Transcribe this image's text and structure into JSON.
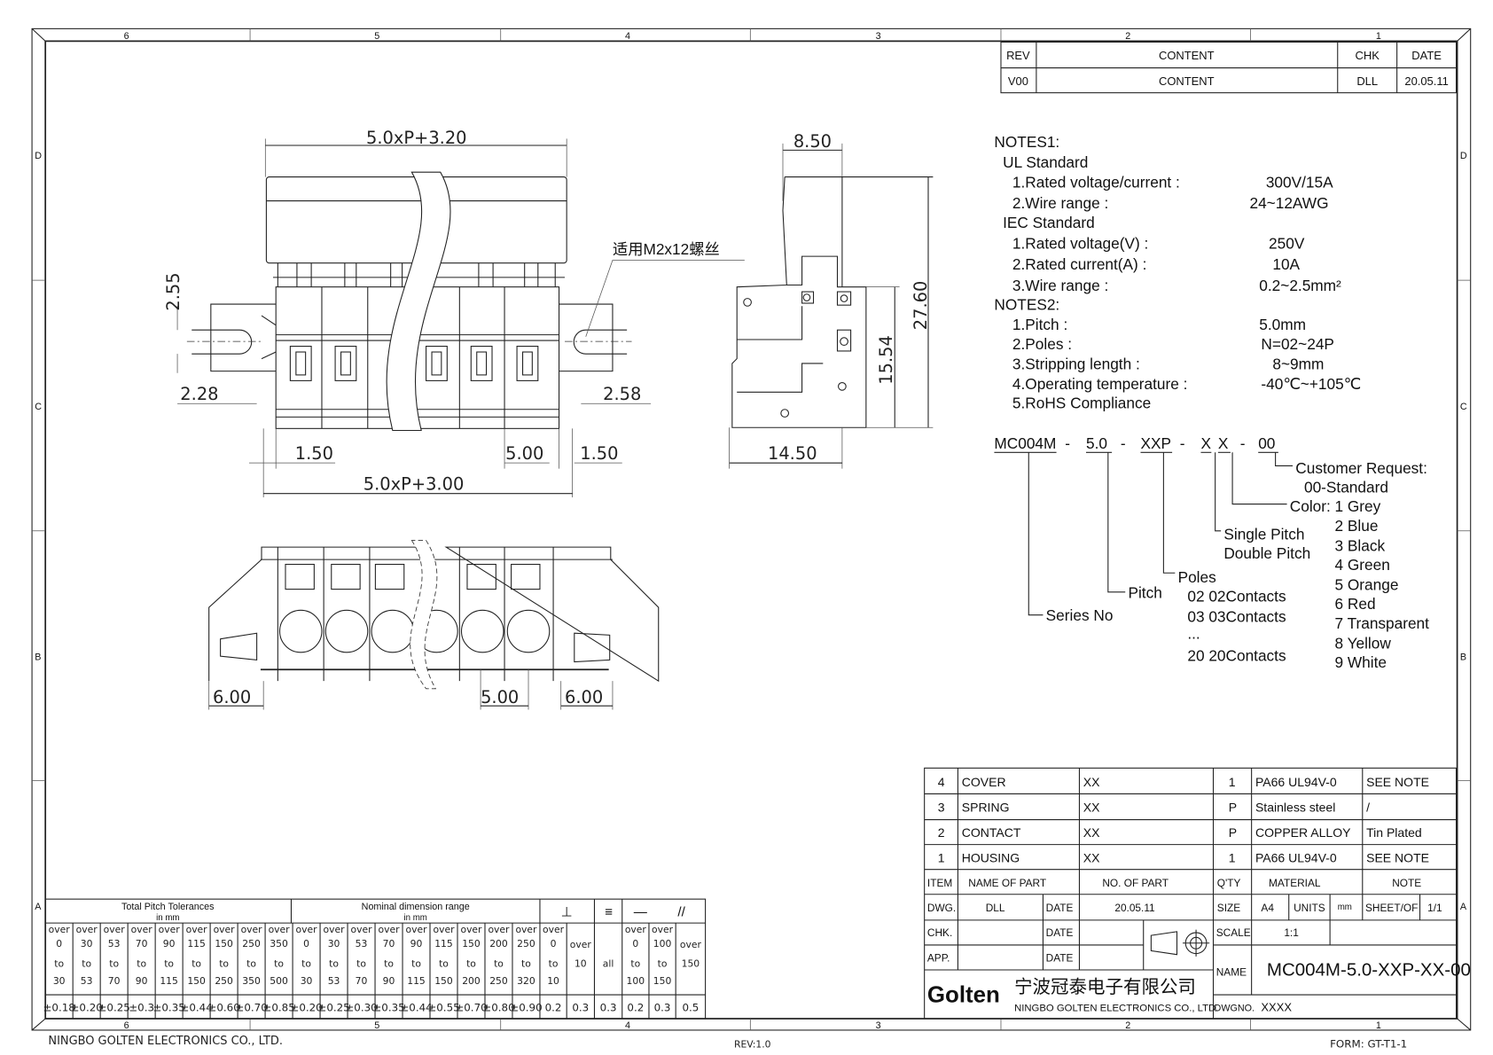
{
  "frame": {
    "zones_h": [
      "6",
      "5",
      "4",
      "3",
      "2",
      "1"
    ],
    "zones_v": [
      "D",
      "C",
      "B",
      "A"
    ],
    "footer_company": "NINGBO GOLTEN ELECTRONICS CO., LTD.",
    "footer_rev": "REV:1.0",
    "footer_form": "FORM: GT-T1-1"
  },
  "revision": {
    "headers": [
      "REV",
      "CONTENT",
      "CHK",
      "DATE"
    ],
    "row": [
      "V00",
      "CONTENT",
      "DLL",
      "20.05.11"
    ]
  },
  "drawing": {
    "front_top_width": "5.0xP+3.20",
    "front_bottom_width": "5.0xP+3.00",
    "dim_2_55": "2.55",
    "dim_2_28": "2.28",
    "dim_2_58": "2.58",
    "dim_1_50_left": "1.50",
    "dim_5_00": "5.00",
    "dim_1_50_right": "1.50",
    "screw_note": "适用M2x12螺丝",
    "side_8_50": "8.50",
    "side_27_60": "27.60",
    "side_15_54": "15.54",
    "side_14_50": "14.50",
    "bottom_6_00_left": "6.00",
    "bottom_5_00": "5.00",
    "bottom_6_00_right": "6.00"
  },
  "notes": {
    "notes1": "NOTES1:",
    "ul": "UL Standard",
    "ul_items": [
      {
        "label": "1.Rated voltage/current :",
        "value": "300V/15A"
      },
      {
        "label": "2.Wire range :",
        "value": "24~12AWG"
      }
    ],
    "iec": "IEC Standard",
    "iec_items": [
      {
        "label": "1.Rated voltage(V) :",
        "value": "250V"
      },
      {
        "label": "2.Rated current(A) :",
        "value": "10A"
      },
      {
        "label": "3.Wire range :",
        "value": "0.2~2.5mm²"
      }
    ],
    "notes2": "NOTES2:",
    "n2_items": [
      {
        "label": "1.Pitch :",
        "value": "5.0mm"
      },
      {
        "label": "2.Poles :",
        "value": "N=02~24P"
      },
      {
        "label": "3.Stripping length :",
        "value": "8~9mm"
      },
      {
        "label": "4.Operating temperature :",
        "value": "-40℃~+105℃"
      },
      {
        "label": "5.RoHS  Compliance",
        "value": ""
      }
    ]
  },
  "part_code": {
    "segments": [
      "MC004M",
      "-",
      "5.0",
      "-",
      "XXP",
      "-",
      "X",
      "X",
      "-",
      "00"
    ],
    "customer_request": "Customer Request:",
    "standard": "00-Standard",
    "color_label": "Color:",
    "colors": [
      "1  Grey",
      "2  Blue",
      "3  Black",
      "4  Green",
      "5  Orange",
      "6  Red",
      "7  Transparent",
      "8  Yellow",
      "9  White"
    ],
    "single_pitch": "Single Pitch",
    "double_pitch": "Double Pitch",
    "poles": "Poles",
    "pole_options": [
      "02  02Contacts",
      "03  03Contacts",
      "...",
      "20  20Contacts"
    ],
    "pitch": "Pitch",
    "series": "Series No"
  },
  "tolerance_table": {
    "group_pitch": "Total Pitch Tolerances",
    "group_nominal": "Nominal dimension range",
    "in_mm": "in mm",
    "sym_perp": "⊥",
    "sym_sym": "≡",
    "sym_flat": "—",
    "sym_par": "//",
    "columns": [
      {
        "from": "over 0",
        "to": "to 30",
        "tol": "±0.18"
      },
      {
        "from": "over 30",
        "to": "to 53",
        "tol": "±0.20"
      },
      {
        "from": "over 53",
        "to": "to 70",
        "tol": "±0.25"
      },
      {
        "from": "over 70",
        "to": "to 90",
        "tol": "±0.3"
      },
      {
        "from": "over 90",
        "to": "to 115",
        "tol": "±0.35"
      },
      {
        "from": "over 115",
        "to": "to 150",
        "tol": "±0.44"
      },
      {
        "from": "over 150",
        "to": "to 250",
        "tol": "±0.60"
      },
      {
        "from": "over 250",
        "to": "to 350",
        "tol": "±0.70"
      },
      {
        "from": "over 350",
        "to": "to 500",
        "tol": "±0.85"
      },
      {
        "from": "over 0",
        "to": "to 30",
        "tol": "±0.20"
      },
      {
        "from": "over 30",
        "to": "to 53",
        "tol": "±0.25"
      },
      {
        "from": "over 53",
        "to": "to 70",
        "tol": "±0.30"
      },
      {
        "from": "over 70",
        "to": "to 90",
        "tol": "±0.35"
      },
      {
        "from": "over 90",
        "to": "to 115",
        "tol": "±0.44"
      },
      {
        "from": "over 115",
        "to": "to 150",
        "tol": "±0.55"
      },
      {
        "from": "over 150",
        "to": "to 200",
        "tol": "±0.70"
      },
      {
        "from": "over 200",
        "to": "to 250",
        "tol": "±0.80"
      },
      {
        "from": "over 250",
        "to": "to 320",
        "tol": "±0.90"
      },
      {
        "from": "over 0",
        "to": "to 10",
        "tol": "0.2"
      },
      {
        "from": "over",
        "to": "10",
        "tol": "0.3"
      },
      {
        "from": "",
        "to": "all",
        "tol": "0.3"
      },
      {
        "from": "over 0",
        "to": "to 100",
        "tol": "0.2"
      },
      {
        "from": "over 100",
        "to": "to 150",
        "tol": "0.3"
      },
      {
        "from": "over",
        "to": "150",
        "tol": "0.5"
      }
    ]
  },
  "title_block": {
    "parts": [
      {
        "item": "4",
        "name": "COVER",
        "no": "XX",
        "qty": "1",
        "material": "PA66 UL94V-0",
        "note": "SEE NOTE"
      },
      {
        "item": "3",
        "name": "SPRING",
        "no": "XX",
        "qty": "P",
        "material": "Stainless steel",
        "note": "/"
      },
      {
        "item": "2",
        "name": "CONTACT",
        "no": "XX",
        "qty": "P",
        "material": "COPPER ALLOY",
        "note": "Tin Plated"
      },
      {
        "item": "1",
        "name": "HOUSING",
        "no": "XX",
        "qty": "1",
        "material": "PA66 UL94V-0",
        "note": "SEE NOTE"
      }
    ],
    "headers": [
      "ITEM",
      "NAME  OF  PART",
      "NO. OF  PART",
      "Q'TY",
      "MATERIAL",
      "NOTE"
    ],
    "dwg_label": "DWG.",
    "dwg_value": "DLL",
    "date_label": "DATE",
    "dwg_date": "20.05.11",
    "chk_label": "CHK.",
    "app_label": "APP.",
    "size_label": "SIZE",
    "size_value": "A4",
    "units_label": "UNITS",
    "units_value": "mm",
    "sheet_label": "SHEET/OF",
    "sheet_value": "1/1",
    "scale_label": "SCALE",
    "scale_value": "1:1",
    "name_label": "NAME",
    "name_value": "MC004M-5.0-XXP-XX-00",
    "dwgno_label": "DWGNO.",
    "dwgno_value": "XXXX",
    "logo": "Golten",
    "company_cn": "宁波冠泰电子有限公司",
    "company_en": "NINGBO GOLTEN ELECTRONICS CO., LTD."
  }
}
